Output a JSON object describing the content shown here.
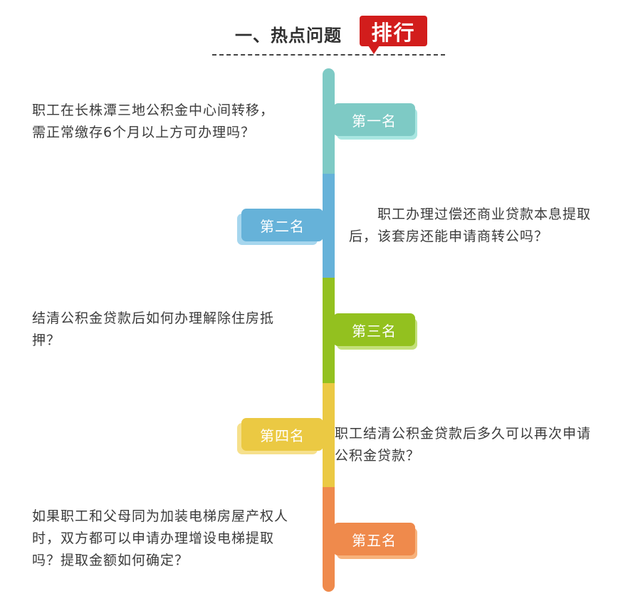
{
  "header": {
    "title": "一、热点问题",
    "badge": "排行"
  },
  "colors": {
    "badge": "#d21d1c",
    "rank1": "#7ecac5",
    "rank1_shadow": "#a9e6e1",
    "rank2": "#66b2d9",
    "rank2_shadow": "#a6d6ee",
    "rank3": "#93c11f",
    "rank3_shadow": "#c3e07a",
    "rank4": "#ebc943",
    "rank4_shadow": "#f6e08c",
    "rank5": "#ef8a4c",
    "rank5_shadow": "#f7b27c"
  },
  "items": [
    {
      "rank": "第一名",
      "question_lines": [
        "职工在长株潭三地公积金中心间转移，",
        "需正常缴存6个月以上方可办理吗？"
      ]
    },
    {
      "rank": "第二名",
      "question_lines": [
        "　　职工办理过偿还商业贷款本息提取",
        "后，该套房还能申请商转公吗？"
      ]
    },
    {
      "rank": "第三名",
      "question_lines": [
        "结清公积金贷款后如何办理解除住房抵",
        "押？"
      ]
    },
    {
      "rank": "第四名",
      "question_lines": [
        "职工结清公积金贷款后多久可以再次申请",
        "公积金贷款？"
      ]
    },
    {
      "rank": "第五名",
      "question_lines": [
        "如果职工和父母同为加装电梯房屋产权人",
        "时，双方都可以申请办理增设电梯提取",
        "吗？提取金额如何确定？"
      ]
    }
  ]
}
